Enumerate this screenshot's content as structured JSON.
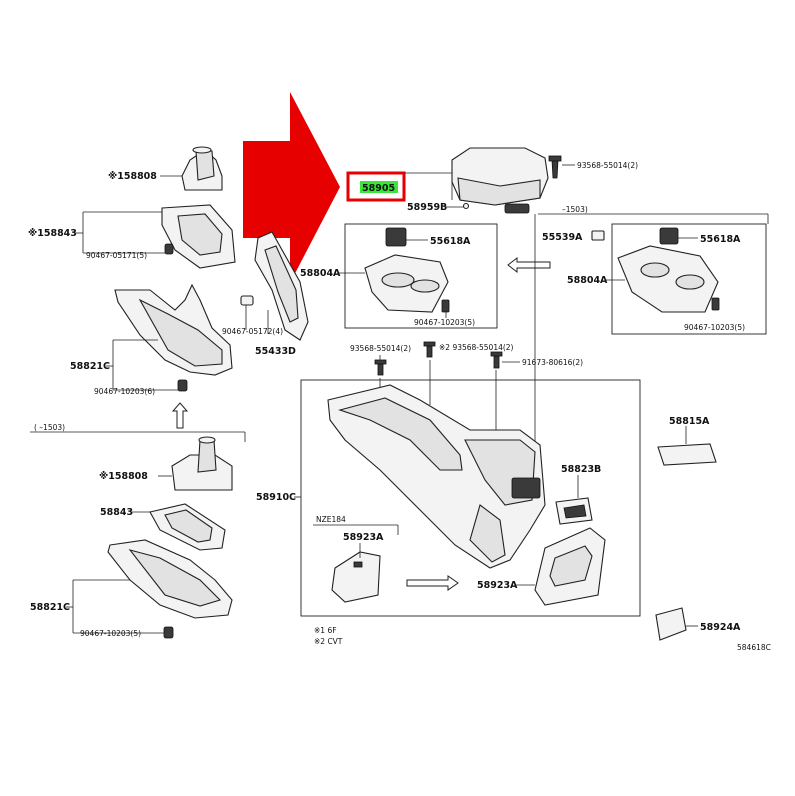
{
  "callouts": {
    "c58808_top": "※158808",
    "c58843_top": "※158843",
    "c90467_05171": "90467-05171(5)",
    "c58821C_top": "58821C",
    "c90467_10203_top": "90467-10203(6)",
    "c90467_05172": "90467-05172(4)",
    "c55433D": "55433D",
    "c58905": "58905",
    "c58959B": "58959B",
    "c93568_55014_top": "93568-55014(2)",
    "c55618A_mid": "55618A",
    "c58804A_mid": "58804A",
    "c90467_10203_mid": "90467-10203(5)",
    "c55539A": "55539A",
    "c55618A_right": "55618A",
    "c58804A_right": "58804A",
    "c90467_10203_right": "90467-10203(5)",
    "c93568_left": "93568-55014(2)",
    "c93568_right": "※2 93568-55014(2)",
    "c91673": "91673-80616(2)",
    "c58815A": "58815A",
    "c58823B": "58823B",
    "c58910C": "58910C",
    "c58923A_inset": "58923A",
    "c58923A_main": "58923A",
    "c58924A": "58924A",
    "c58808_bottom": "※158808",
    "c58843_bottom": "58843",
    "c58821C_bottom": "58821C",
    "c90467_10203_bottom": "90467-10203(5)"
  },
  "ranges": {
    "right_box": "–1503)",
    "bottom_left": "(     –1503)"
  },
  "inset_label": "NZE184",
  "footnotes": {
    "note1": "※1 6F",
    "note2": "※2 CVT"
  },
  "diagram_id": "584618C",
  "colors": {
    "highlight_box": "#e60000",
    "highlight_fill": "#39e639",
    "big_arrow": "#e60000"
  }
}
